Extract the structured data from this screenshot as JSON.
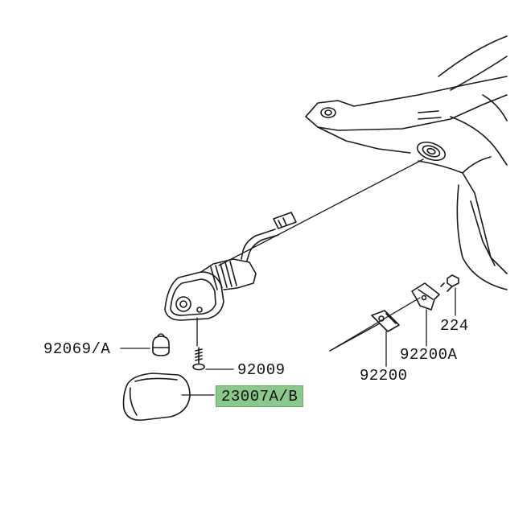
{
  "parts": {
    "bulb": "92069/A",
    "screw": "92009",
    "lens": "23007A/B",
    "bracket_plate": "92200",
    "bracket": "92200A",
    "bolt": "224"
  },
  "colors": {
    "highlight": "#8bc88b",
    "line": "#1a1a1a"
  }
}
